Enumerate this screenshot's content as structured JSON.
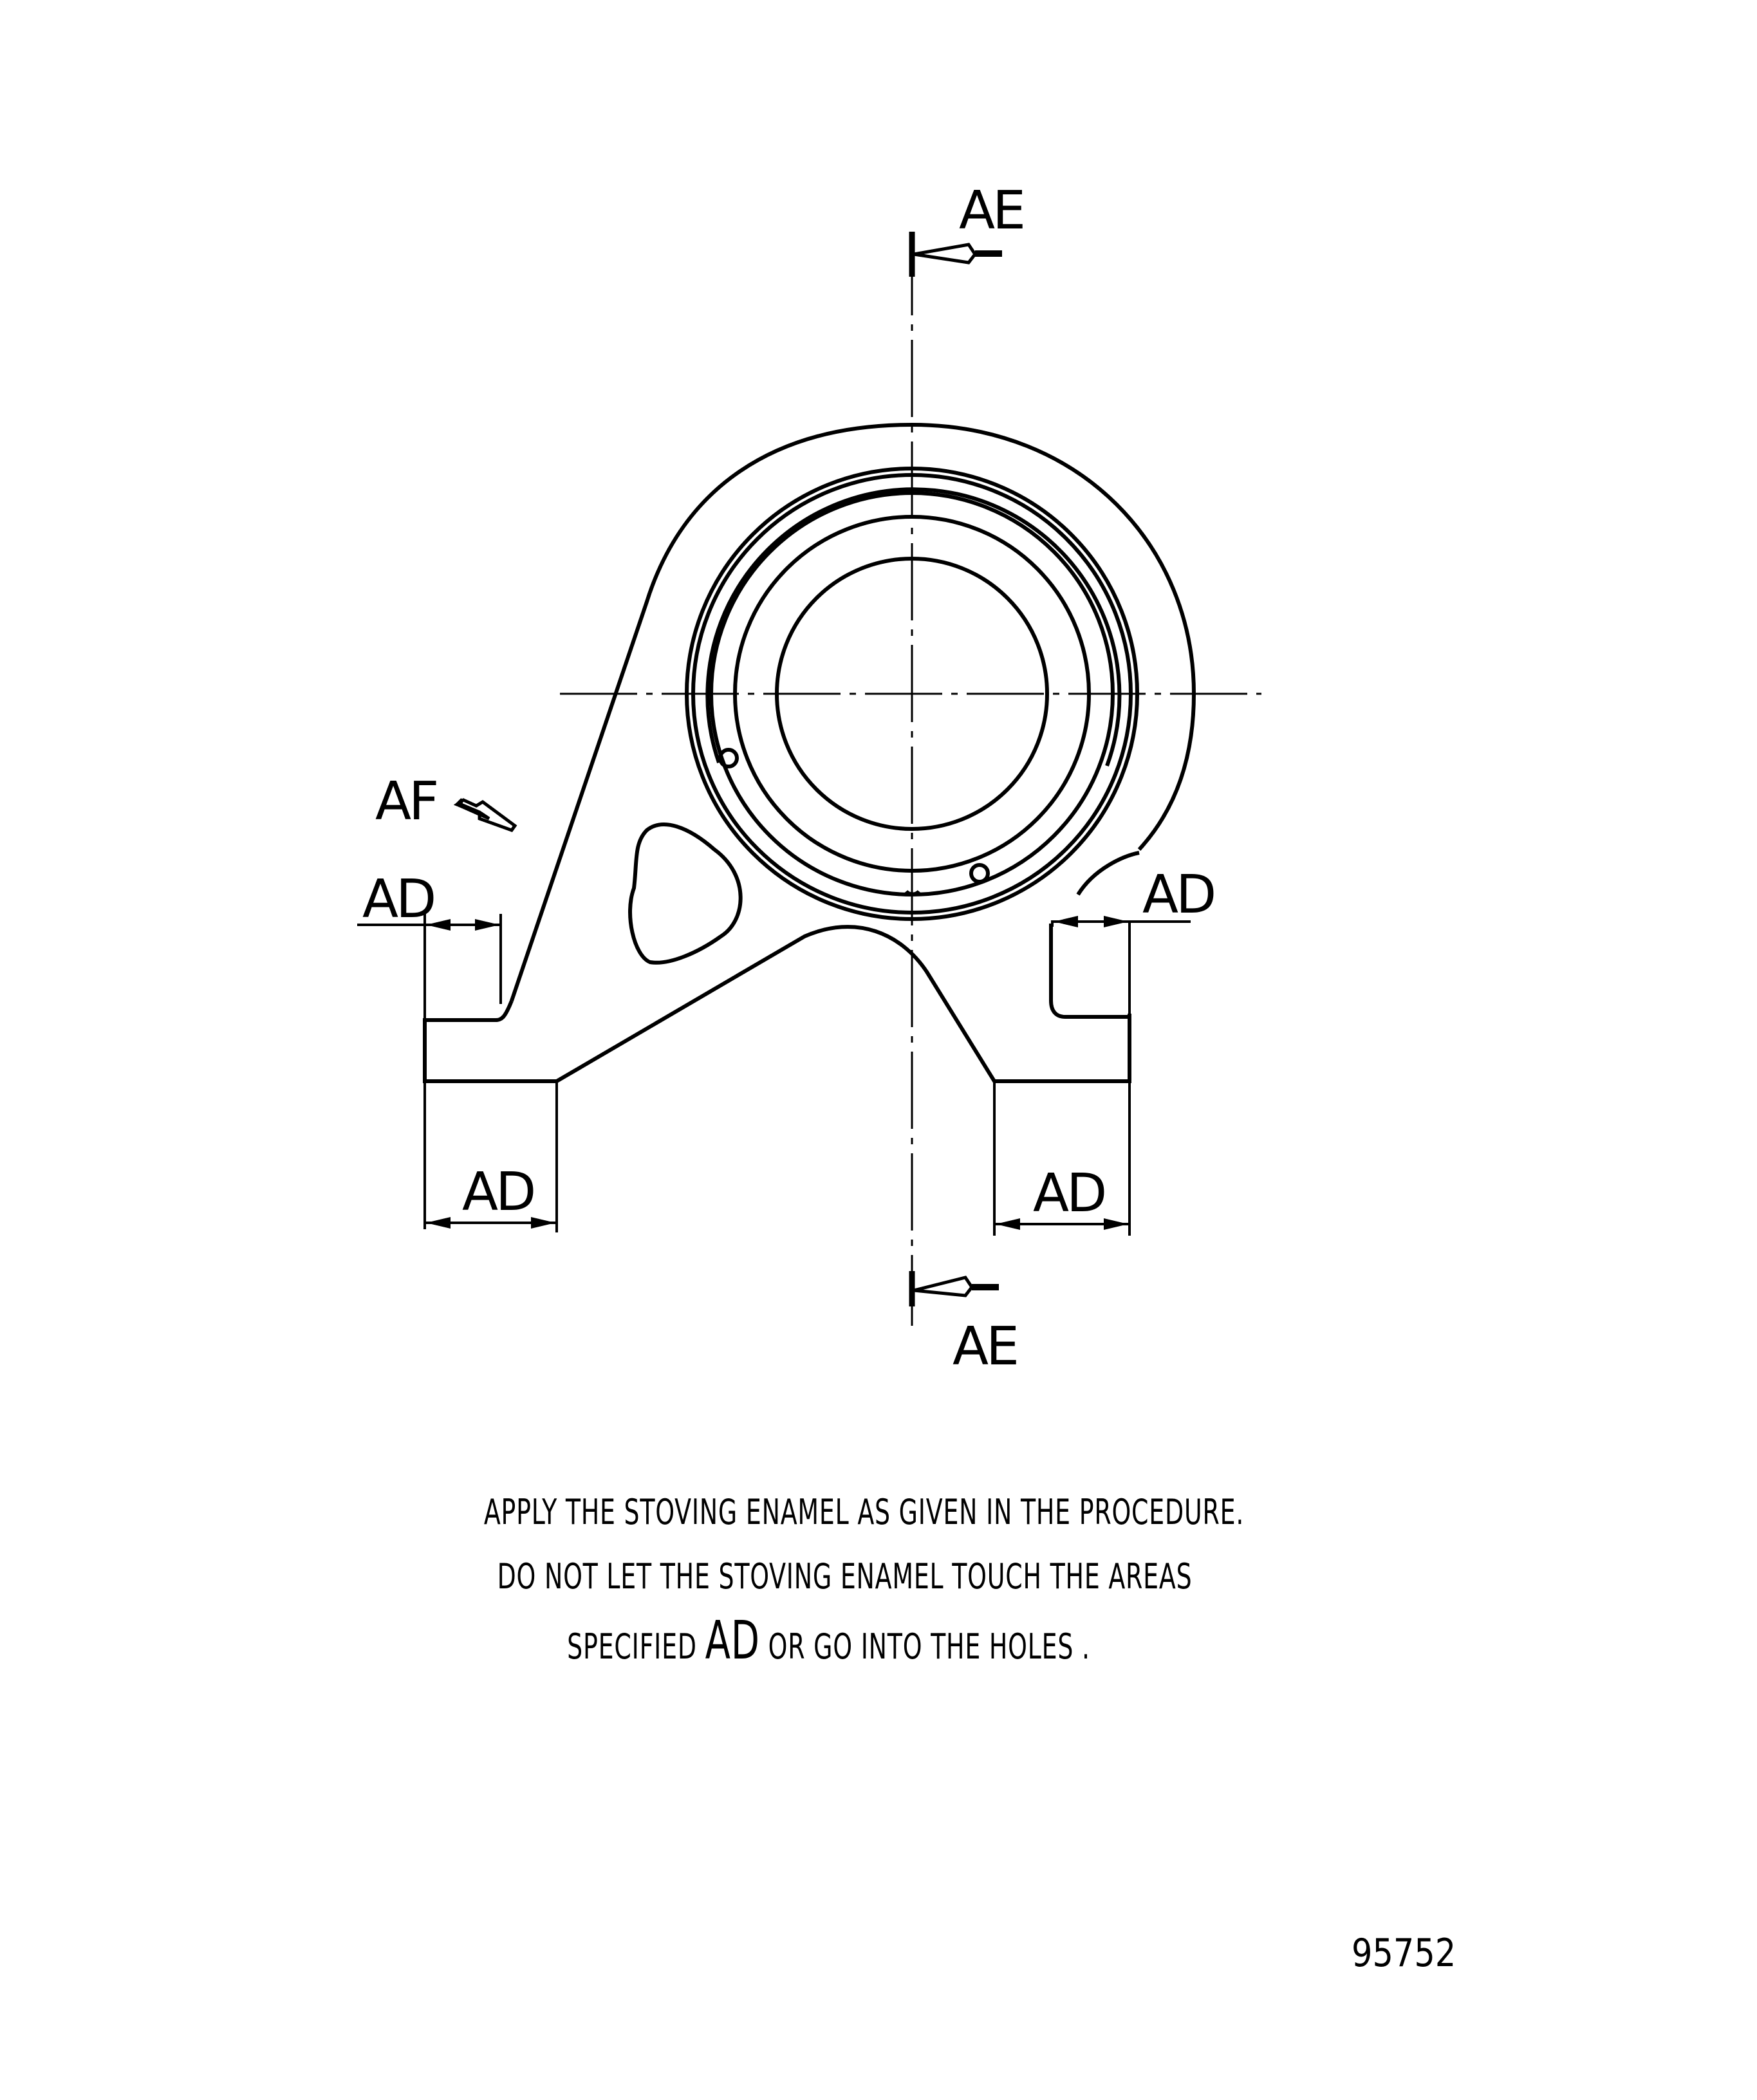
{
  "drawing": {
    "section_marks": {
      "top_label": "AE",
      "bottom_label": "AE"
    },
    "view_arrow_label": "AF",
    "dimension_labels": {
      "upper_left": "AD",
      "upper_right": "AD",
      "lower_left": "AD",
      "lower_right": "AD"
    }
  },
  "notes": {
    "line1": "APPLY  THE  STOVING ENAMEL  AS  GIVEN  IN  THE  PROCEDURE.",
    "line2": "DO  NOT  LET  THE  STOVING  ENAMEL  TOUCH  THE  AREAS",
    "line3_pre": "SPECIFIED ",
    "line3_ref": "AD",
    "line3_post": " OR  GO  INTO  THE  HOLES ."
  },
  "figure_number": "95752"
}
